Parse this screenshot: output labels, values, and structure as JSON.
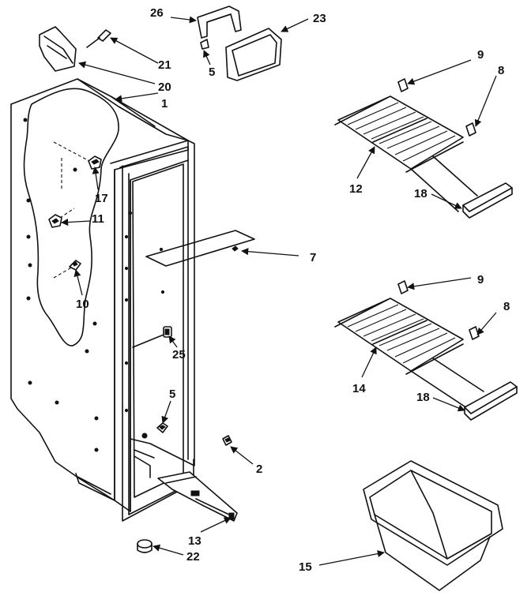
{
  "callouts": {
    "c1": "1",
    "c2": "2",
    "c5a": "5",
    "c5b": "5",
    "c7": "7",
    "c8a": "8",
    "c8b": "8",
    "c9a": "9",
    "c9b": "9",
    "c10": "10",
    "c11": "11",
    "c12": "12",
    "c13": "13",
    "c14": "14",
    "c15": "15",
    "c17": "17",
    "c18a": "18",
    "c18b": "18",
    "c20": "20",
    "c21": "21",
    "c22": "22",
    "c23": "23",
    "c25": "25",
    "c26": "26"
  }
}
